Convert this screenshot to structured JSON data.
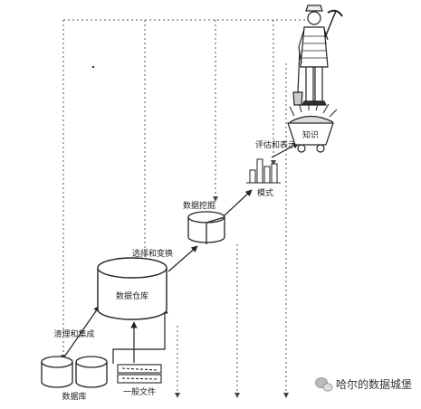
{
  "diagram": {
    "labels": {
      "database": "数据库",
      "flat_file": "一般文件",
      "clean_integrate": "清理和集成",
      "data_warehouse": "数据仓库",
      "select_transform": "选择和变换",
      "data_mining": "数据挖掘",
      "pattern": "模式",
      "evaluate_present": "评估和表示",
      "knowledge": "知识"
    }
  },
  "watermark": {
    "text": "哈尔的数据城堡"
  }
}
